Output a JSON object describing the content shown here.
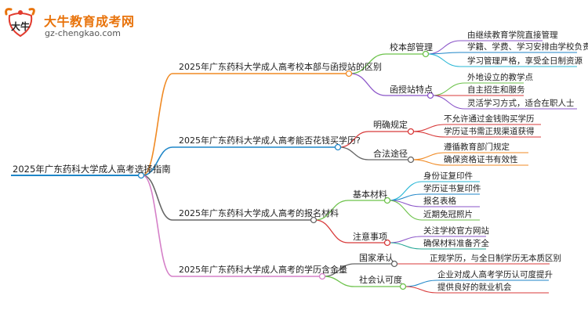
{
  "logo": {
    "title": "大牛教育成考网",
    "url": "gz-chengkao.com",
    "mark_glyph": "大牛"
  },
  "colors": {
    "orange": "#f08a24",
    "blue": "#1f86c8",
    "gray": "#666666",
    "pink": "#d580c8",
    "green": "#6cc24a",
    "purple": "#8a54c8",
    "red": "#d83a3a",
    "cyan": "#29b7d6",
    "teal": "#23a695"
  },
  "mindmap": {
    "root": "2025年广东药科大学成人高考选择指南",
    "branches": [
      {
        "label": "2025年广东药科大学成人高考校本部与函授站的区别",
        "children": [
          {
            "label": "校本部管理",
            "children": [
              "由继续教育学院直接管理",
              "学籍、学费、学习安排由学校负责",
              "学习管理严格，享受全日制资源"
            ]
          },
          {
            "label": "函授站特点",
            "children": [
              "外地设立的教学点",
              "自主招生和服务",
              "灵活学习方式，适合在职人士"
            ]
          }
        ]
      },
      {
        "label": "2025年广东药科大学成人高考能否花钱买学历?",
        "children": [
          {
            "label": "明确规定",
            "children": [
              "不允许通过金钱购买学历",
              "学历证书需正规渠道获得"
            ]
          },
          {
            "label": "合法途径",
            "children": [
              "遵循教育部门规定",
              "确保资格证书有效性"
            ]
          }
        ]
      },
      {
        "label": "2025年广东药科大学成人高考的报名材料",
        "children": [
          {
            "label": "基本材料",
            "children": [
              "身份证复印件",
              "学历证书复印件",
              "报名表格",
              "近期免冠照片"
            ]
          },
          {
            "label": "注意事项",
            "children": [
              "关注学校官方网站",
              "确保材料准备齐全"
            ]
          }
        ]
      },
      {
        "label": "2025年广东药科大学成人高考的学历含金量",
        "children": [
          {
            "label": "国家承认",
            "children": [
              "正规学历，与全日制学历无本质区别"
            ]
          },
          {
            "label": "社会认可度",
            "children": [
              "企业对成人高考学历认可度提升",
              "提供良好的就业机会"
            ]
          }
        ]
      }
    ]
  }
}
